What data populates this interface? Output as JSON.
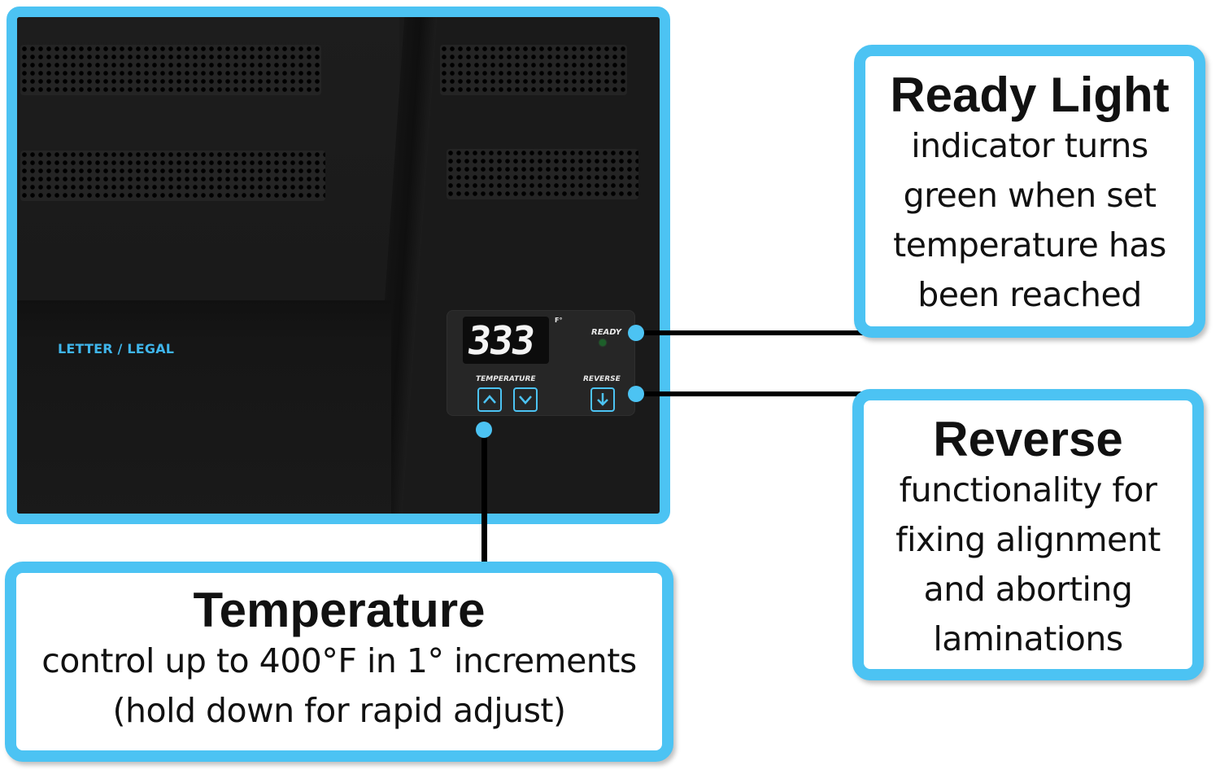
{
  "product": {
    "feed_label": "LETTER / LEGAL",
    "panel": {
      "display_value": "333",
      "unit": "F°",
      "ready_label": "READY",
      "temperature_label": "TEMPERATURE",
      "reverse_label": "REVERSE"
    }
  },
  "callouts": {
    "ready": {
      "heading": "Ready Light",
      "lines": [
        "indicator turns",
        "green when set",
        "temperature has",
        "been reached"
      ]
    },
    "reverse": {
      "heading": "Reverse",
      "lines": [
        "functionality for",
        "fixing alignment",
        "and aborting",
        "laminations"
      ]
    },
    "temperature": {
      "heading": "Temperature",
      "lines": [
        "control up to 400°F in 1° increments",
        "(hold down for rapid adjust)"
      ]
    }
  },
  "colors": {
    "accent": "#4cc3f3",
    "device": "#1a1a1a",
    "ready_led": "#1d5f2a"
  },
  "icons": [
    "arrow-up-icon",
    "arrow-down-icon",
    "reverse-arrow-icon"
  ]
}
